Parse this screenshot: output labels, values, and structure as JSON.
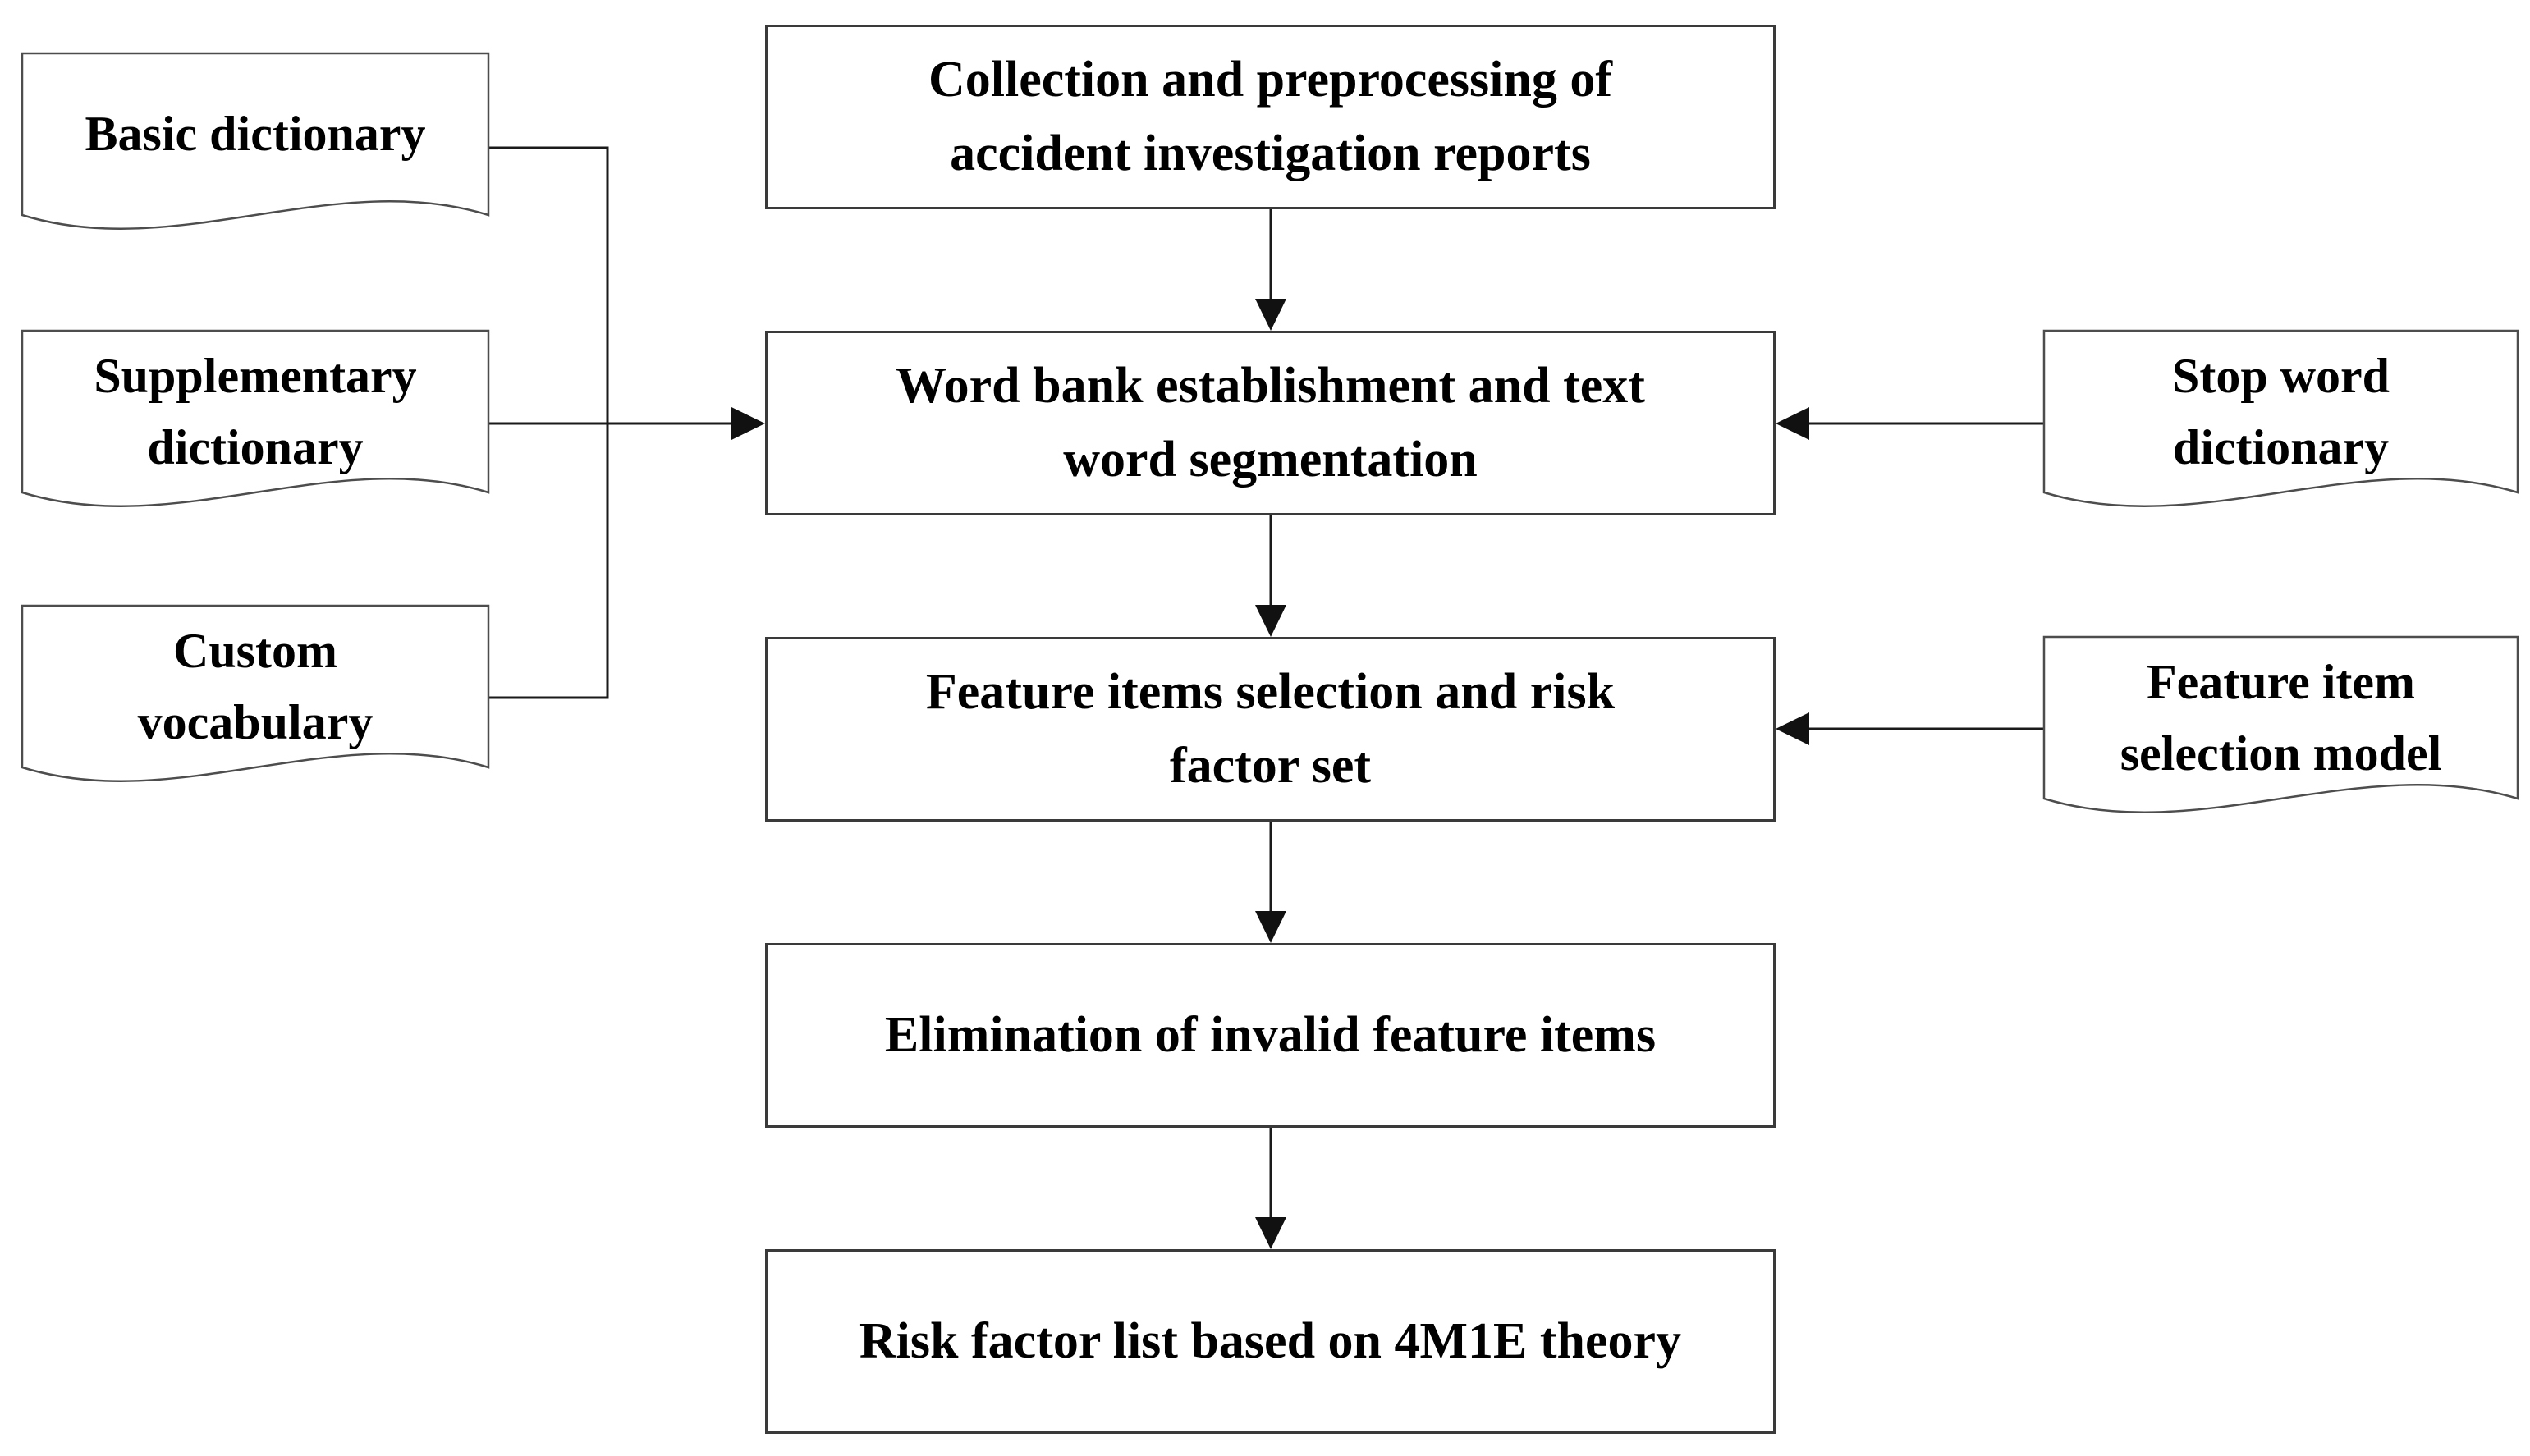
{
  "figure": {
    "type": "flowchart",
    "background_color": "#ffffff",
    "box_border_color": "#3a3a3a",
    "line_color": "#1a1a1a",
    "process_steps": [
      {
        "label": "Collection and preprocessing of\naccident investigation reports"
      },
      {
        "label": "Word bank establishment and text\nword segmentation"
      },
      {
        "label": "Feature items selection and risk\nfactor set"
      },
      {
        "label": "Elimination of invalid feature items"
      },
      {
        "label": "Risk factor list based on 4M1E theory"
      }
    ],
    "left_documents": [
      {
        "label": "Basic dictionary"
      },
      {
        "label": "Supplementary\ndictionary"
      },
      {
        "label": "Custom\nvocabulary"
      }
    ],
    "right_documents": [
      {
        "label": "Stop word\ndictionary"
      },
      {
        "label": "Feature item\nselection model"
      }
    ]
  }
}
